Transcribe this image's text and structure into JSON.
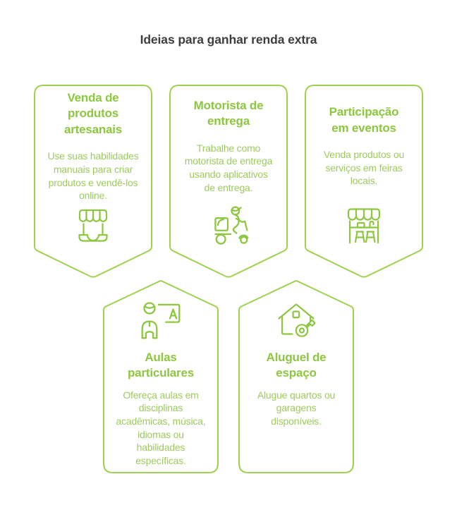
{
  "page": {
    "title": "Ideias para ganhar renda extra"
  },
  "colors": {
    "card_border": "#9ed14e",
    "card_title_text": "#8dc63f",
    "card_body_text": "#9ccb5c",
    "heading_text": "#3e3e3e",
    "background": "#ffffff"
  },
  "cards": [
    {
      "title": "Venda de\nprodutos\nartesanais",
      "description": "Use suas habilidades\nmanuais para criar\nprodutos e vendê-los\nonline.",
      "icon": "online-store-icon",
      "shape": "arrow-down"
    },
    {
      "title": "Motorista de\nentrega",
      "description": "Trabalhe como\nmotorista de entrega\nusando aplicativos\nde entrega.",
      "icon": "delivery-scooter-icon",
      "shape": "arrow-down"
    },
    {
      "title": "Participação\nem eventos",
      "description": "Venda produtos ou\nserviços em feiras\nlocais.",
      "icon": "market-stall-icon",
      "shape": "arrow-down"
    },
    {
      "title": "Aulas\nparticulares",
      "description": "Ofereça aulas em\ndisciplinas\nacadêmicas, música,\nidiomas ou\nhabilidades\nespecíficas.",
      "icon": "teacher-board-icon",
      "shape": "arrow-up"
    },
    {
      "title": "Aluguel de\nespaço",
      "description": "Alugue quartos ou\ngaragens\ndisponíveis.",
      "icon": "house-key-icon",
      "shape": "arrow-up"
    }
  ]
}
